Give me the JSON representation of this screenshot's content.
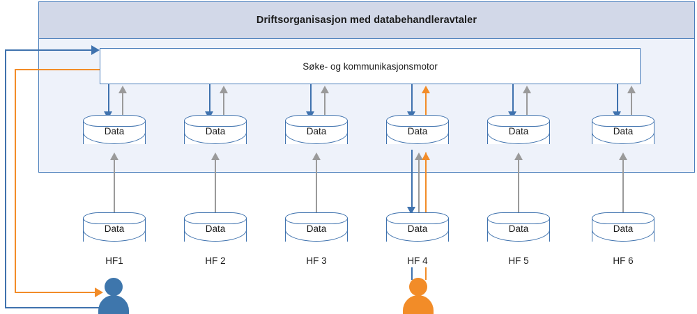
{
  "diagram": {
    "title": "Driftsorganisasjon med databehandleravtaler",
    "engine_label": "Søke- og kommunikasjonsmotor",
    "data_node_label": "Data",
    "colors": {
      "blue": "#3F72AE",
      "gray": "#9A9A9A",
      "orange": "#F28C28",
      "header_bg": "#D2D8E8",
      "container_bg": "#EEF2FA",
      "person_blue": "#3E76AC",
      "person_orange": "#F28C28"
    },
    "columns": [
      {
        "hf_label": "HF1",
        "central_node": "Data",
        "local_node": "Data",
        "highlight": false
      },
      {
        "hf_label": "HF 2",
        "central_node": "Data",
        "local_node": "Data",
        "highlight": false
      },
      {
        "hf_label": "HF 3",
        "central_node": "Data",
        "local_node": "Data",
        "highlight": false
      },
      {
        "hf_label": "HF 4",
        "central_node": "Data",
        "local_node": "Data",
        "highlight": true
      },
      {
        "hf_label": "HF 5",
        "central_node": "Data",
        "local_node": "Data",
        "highlight": false
      },
      {
        "hf_label": "HF 6",
        "central_node": "Data",
        "local_node": "Data",
        "highlight": false
      }
    ],
    "actors": [
      {
        "name": "external-user",
        "color": "blue"
      },
      {
        "name": "hf4-user",
        "color": "orange"
      }
    ]
  }
}
